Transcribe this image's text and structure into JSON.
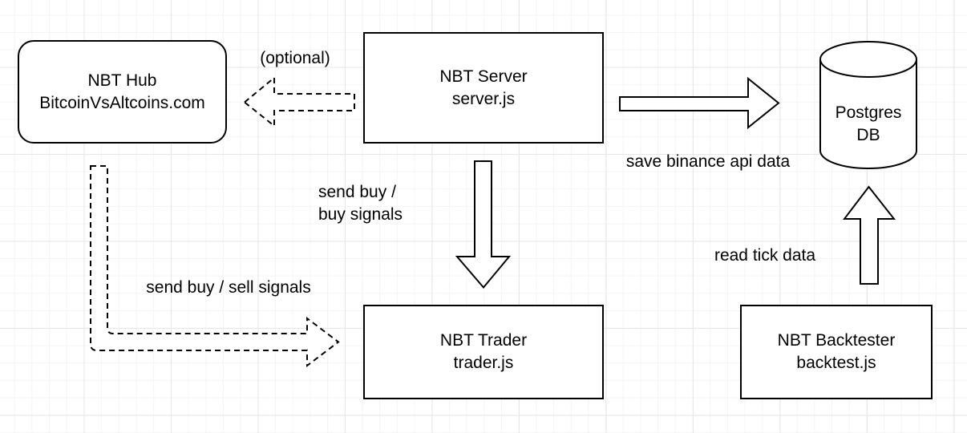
{
  "nodes": {
    "hub": {
      "line1": "NBT Hub",
      "line2": "BitcoinVsAltcoins.com"
    },
    "server": {
      "line1": "NBT Server",
      "line2": "server.js"
    },
    "postgres": {
      "line1": "Postgres",
      "line2": "DB"
    },
    "trader": {
      "line1": "NBT Trader",
      "line2": "trader.js"
    },
    "backtester": {
      "line1": "NBT Backtester",
      "line2": "backtest.js"
    }
  },
  "edge_labels": {
    "optional": "(optional)",
    "save_binance": "save binance api data",
    "send_buy_line1": "send buy /",
    "send_buy_line2": "buy signals",
    "send_buy_sell": "send buy / sell signals",
    "read_tick": "read tick data"
  },
  "colors": {
    "stroke": "#000000",
    "node_fill": "#ffffff",
    "background": "#ffffff",
    "grid_minor": "#f4f4f4",
    "grid_major": "#e7e7e7"
  },
  "connections": [
    {
      "from": "server",
      "to": "hub",
      "style": "dashed",
      "label": "(optional)"
    },
    {
      "from": "server",
      "to": "postgres",
      "style": "solid",
      "label": "save binance api data"
    },
    {
      "from": "server",
      "to": "trader",
      "style": "solid",
      "label": "send buy / buy signals"
    },
    {
      "from": "hub",
      "to": "trader",
      "style": "dashed",
      "label": "send buy / sell signals"
    },
    {
      "from": "backtester",
      "to": "postgres",
      "style": "solid",
      "label": "read tick data"
    }
  ]
}
